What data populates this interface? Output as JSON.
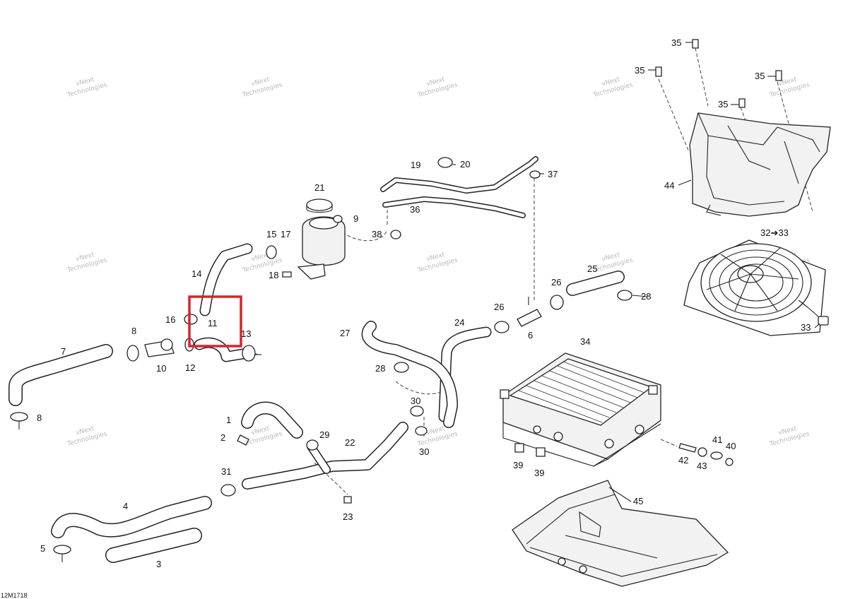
{
  "diagram": {
    "code": "12M1718",
    "watermark": [
      "vNext",
      "Technologies"
    ],
    "highlight_color": "#d9232d",
    "callouts": [
      "1",
      "2",
      "3",
      "4",
      "5",
      "6",
      "7",
      "8",
      "8",
      "9",
      "10",
      "11",
      "12",
      "13",
      "14",
      "15",
      "16",
      "17",
      "18",
      "19",
      "20",
      "21",
      "22",
      "23",
      "24",
      "25",
      "26",
      "26",
      "27",
      "28",
      "28",
      "29",
      "30",
      "30",
      "31",
      "32➔33",
      "33",
      "34",
      "35",
      "35",
      "35",
      "35",
      "36",
      "37",
      "38",
      "39",
      "39",
      "40",
      "41",
      "42",
      "43",
      "44",
      "45"
    ]
  }
}
